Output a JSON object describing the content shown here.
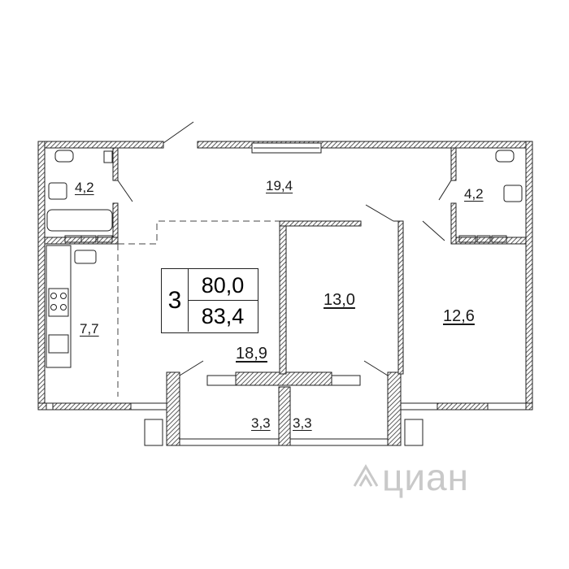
{
  "plan": {
    "rooms_count": "3",
    "total_area": "80,0",
    "total_area_with_balcony": "83,4"
  },
  "rooms": {
    "bathroom_left": "4,2",
    "hall": "19,4",
    "bathroom_right": "4,2",
    "kitchen": "7,7",
    "living_room": "18,9",
    "bedroom_middle": "13,0",
    "bedroom_right": "12,6",
    "balcony_left": "3,3",
    "balcony_right": "3,3"
  },
  "watermark": {
    "text": "циан",
    "logo": "cian-logo"
  },
  "colors": {
    "wall": "#2b2b2b",
    "hatch": "#555555",
    "line": "#1a1a1a",
    "watermark": "#c9c9c9"
  }
}
